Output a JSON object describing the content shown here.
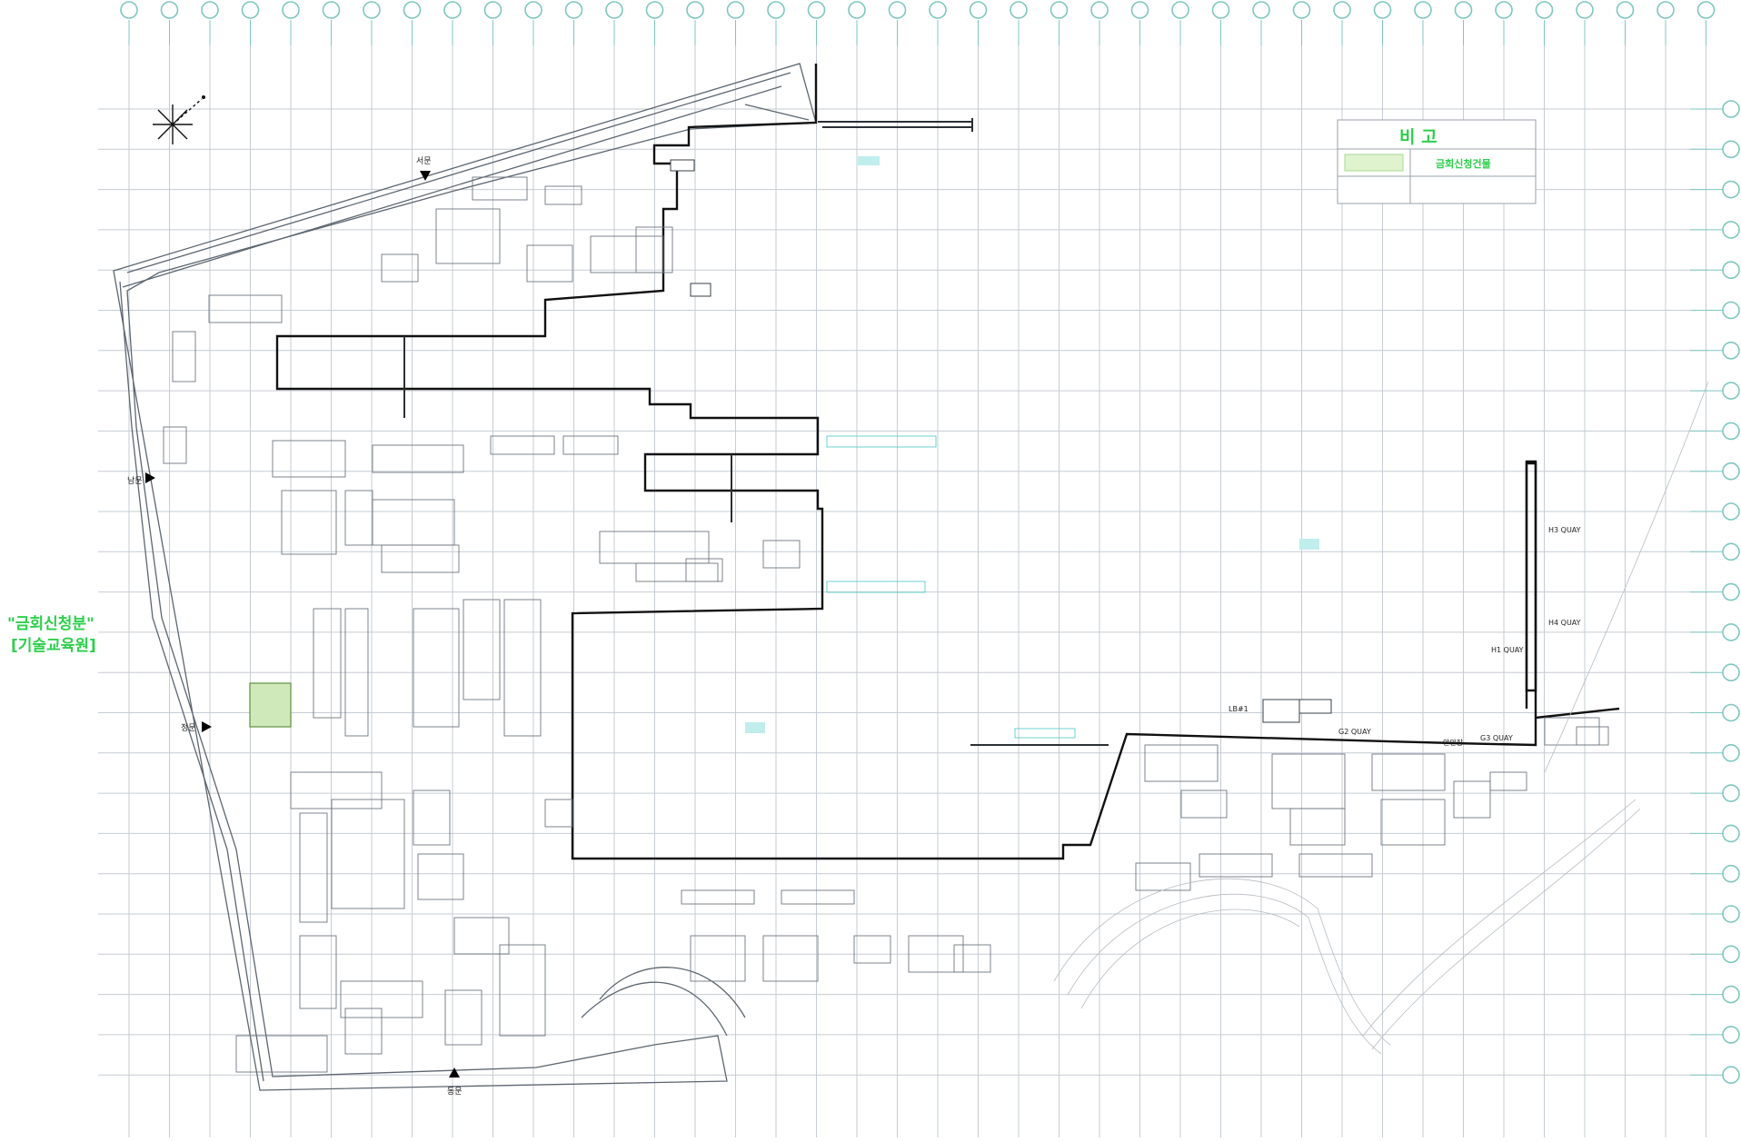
{
  "legend": {
    "title": "비    고",
    "swatch_label": "",
    "entry_label": "금회신청건물"
  },
  "side_label": {
    "line1": "\"금회신청분\"",
    "line2": "[기술교육원]"
  },
  "gates": {
    "north": "서문",
    "west": "남문",
    "southwest": "정문",
    "south": "동문"
  },
  "quays": {
    "h3": "H3 QUAY",
    "h4": "H4 QUAY",
    "h1": "H1 QUAY",
    "g2": "G2 QUAY",
    "g3": "G3 QUAY",
    "lb1": "LB#1",
    "ansan": "안안장"
  },
  "colors": {
    "accent_green": "#2ecf4c",
    "grid_bubble": "#7fc7bf",
    "cyan_labels": "#48c8c4"
  }
}
